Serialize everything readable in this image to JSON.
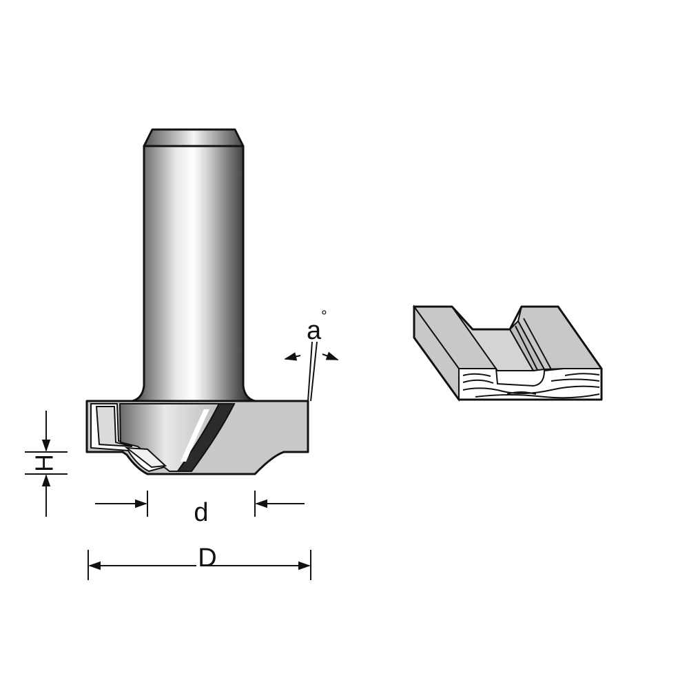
{
  "figure": {
    "labels": {
      "angle": "a",
      "angle_degree_mark": "°",
      "height": "H",
      "small_diameter": "d",
      "large_diameter": "D"
    },
    "colors": {
      "line": "#111111",
      "fill_gray": "#c8c8c8",
      "background": "#ffffff"
    }
  }
}
